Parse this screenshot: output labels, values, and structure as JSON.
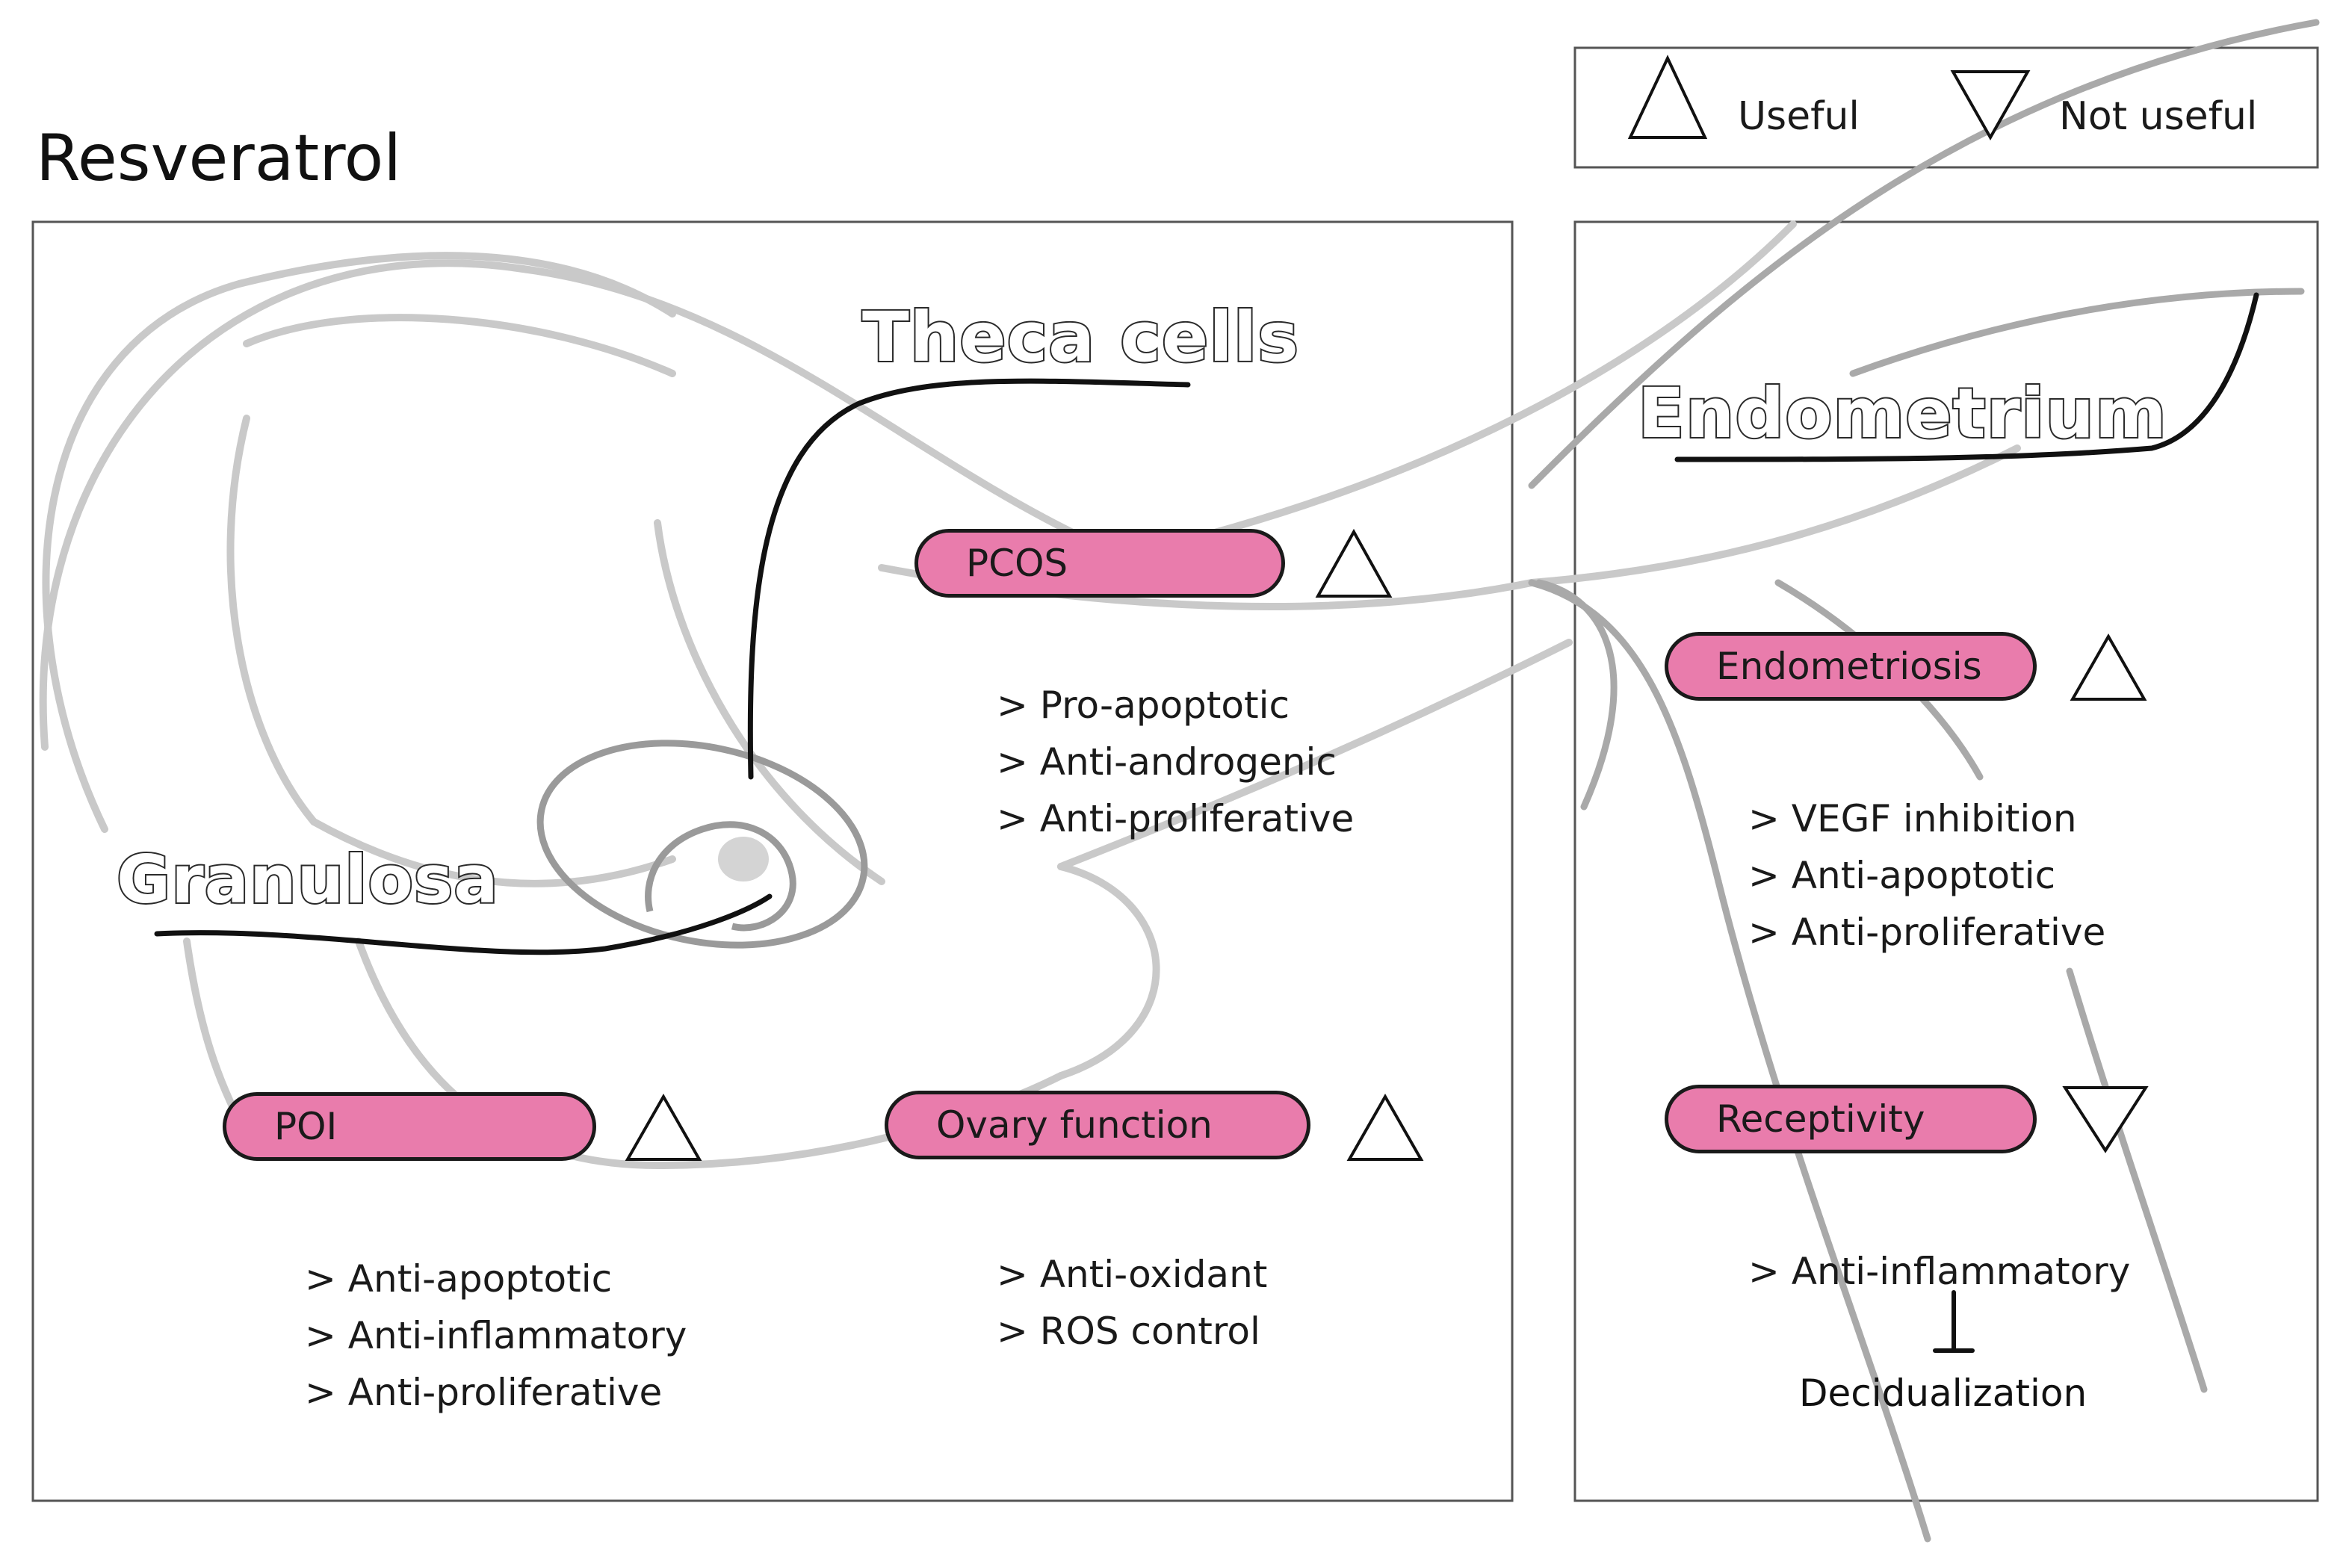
{
  "title": "Resveratrol",
  "legend": {
    "useful": "Useful",
    "not_useful": "Not useful"
  },
  "labels": {
    "theca": "Theca cells",
    "granulosa": "Granulosa",
    "endometrium": "Endometrium"
  },
  "pcos": {
    "label": "PCOS",
    "items": [
      "Pro-apoptotic",
      "Anti-androgenic",
      "Anti-proliferative"
    ]
  },
  "poi": {
    "label": "POI",
    "items": [
      "Anti-apoptotic",
      "Anti-inflammatory",
      "Anti-proliferative"
    ]
  },
  "ovary": {
    "label": "Ovary function",
    "items": [
      "Anti-oxidant",
      "ROS control"
    ]
  },
  "endometriosis": {
    "label": "Endometriosis",
    "items": [
      "VEGF inhibition",
      "Anti-apoptotic",
      "Anti-proliferative"
    ]
  },
  "receptivity": {
    "label": "Receptivity",
    "items": [
      "Anti-inflammatory"
    ],
    "inhibits": "Decidualization"
  }
}
